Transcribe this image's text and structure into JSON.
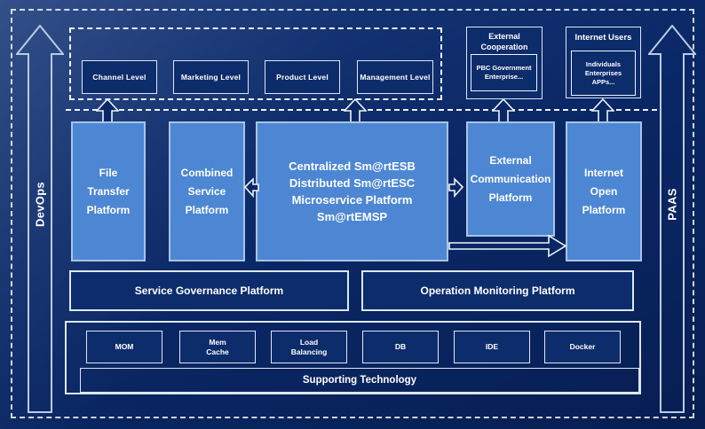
{
  "colors": {
    "bg-deep": "#0a2765",
    "bg-sheen": "#1c3c7c",
    "box-light": "#4d87d3",
    "box-light-border": "#a9c3e6",
    "box-dark": "#0d2c6b",
    "box-dark-border": "#dce7f3",
    "line-white": "#eef3fa",
    "arrow-outline": "#b9cbe6",
    "text": "#ffffff"
  },
  "rails": {
    "devops": "DevOps",
    "paas": "PAAS"
  },
  "top": {
    "levels": [
      {
        "label": "Channel Level"
      },
      {
        "label": "Marketing Level"
      },
      {
        "label": "Product Level"
      },
      {
        "label": "Management Level"
      }
    ],
    "external_cooperation": {
      "title_lines": [
        "External",
        "Cooperation"
      ],
      "inner_lines": [
        "PBC Government",
        "Enterprise..."
      ]
    },
    "internet_users": {
      "title": "Internet Users",
      "inner_lines": [
        "Individuals",
        "Enterprises",
        "APPs..."
      ]
    }
  },
  "main_row": [
    {
      "lines": [
        "File",
        "Transfer",
        "Platform"
      ]
    },
    {
      "lines": [
        "Combined",
        "Service",
        "Platform"
      ]
    },
    {
      "lines": [
        "Centralized Sm@rtESB",
        "Distributed Sm@rtESC",
        "Microservice Platform Sm@rtEMSP"
      ]
    },
    {
      "lines": [
        "External",
        "Communication",
        "Platform"
      ]
    },
    {
      "lines": [
        "Internet",
        "Open",
        "Platform"
      ]
    }
  ],
  "governance_row": {
    "left": "Service Governance Platform",
    "right": "Operation Monitoring Platform"
  },
  "supporting": {
    "title": "Supporting Technology",
    "items": [
      {
        "lines": [
          "MOM"
        ]
      },
      {
        "lines": [
          "Mem",
          "Cache"
        ]
      },
      {
        "lines": [
          "Load",
          "Balancing"
        ]
      },
      {
        "lines": [
          "DB"
        ]
      },
      {
        "lines": [
          "IDE"
        ]
      },
      {
        "lines": [
          "Docker"
        ]
      }
    ]
  }
}
